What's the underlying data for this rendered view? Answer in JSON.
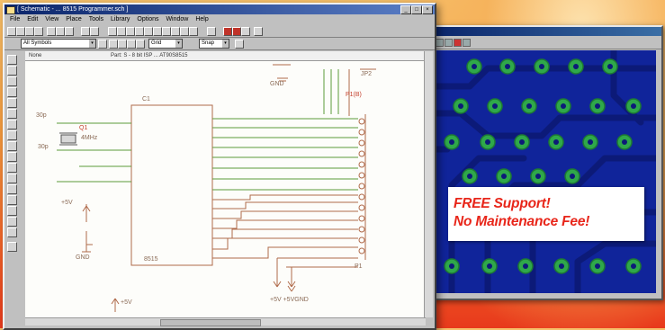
{
  "schematic_window": {
    "title": "[ Schematic - ... 8515 Programmer.sch ]",
    "menu": [
      "File",
      "Edit",
      "View",
      "Place",
      "Tools",
      "Library",
      "Options",
      "Window",
      "Help"
    ],
    "symbol_combo": "All Symbols",
    "grid_combo": "Grid",
    "snap_combo": "Snap",
    "canvas_header_left": "None",
    "canvas_header_mid": "Part: S - 8 bit ISP ... AT90S8515",
    "labels": {
      "ic_ref": "C1",
      "ic_part": "8515",
      "connector_ref": "P1(B)",
      "jumper_ref": "JP2",
      "cap1": "30p",
      "cap2": "30p",
      "crystal_ref": "Q1",
      "crystal_val": "4MHz",
      "power1": "+5V",
      "gnd1": "GND",
      "gnd_top": "GND",
      "power2": "+5V",
      "bottom_net": "+5V  +5VGND",
      "pin_label": "P1"
    }
  },
  "pcb_window": {
    "promo_line1": "FREE Support!",
    "promo_line2": "No Maintenance Fee!"
  },
  "colors": {
    "trace_green": "#5a9a3a",
    "trace_copper": "#b06a4a",
    "pcb_board": "#10249a",
    "pcb_pad": "#2fa84a",
    "promo_text": "#e8261a"
  }
}
